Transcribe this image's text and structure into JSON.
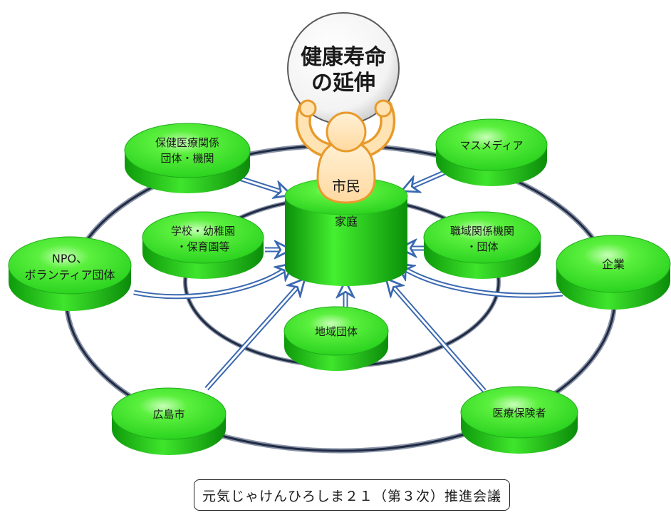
{
  "goal": {
    "line1": "健康寿命",
    "line2": "の延伸"
  },
  "citizen_label": "市民",
  "home_label": "家庭",
  "nodes": {
    "health_orgs": {
      "line1": "保健医療関係",
      "line2": "団体・機関"
    },
    "mass_media": {
      "line1": "マスメディア"
    },
    "schools": {
      "line1": "学校・幼稚園",
      "line2": "・保育園等"
    },
    "workplace": {
      "line1": "職域関係機関",
      "line2": "・団体"
    },
    "npo": {
      "line1": "NPO、",
      "line2": "ボランティア団体"
    },
    "companies": {
      "line1": "企業"
    },
    "community": {
      "line1": "地域団体"
    },
    "hiroshima_city": {
      "line1": "広島市"
    },
    "insurers": {
      "line1": "医療保険者"
    }
  },
  "footer": {
    "label": "元気じゃけんひろしま２１（第３次）推進会議"
  },
  "colors": {
    "node_top": "#3ff030",
    "node_side": "#16b812",
    "ring": "#23304a",
    "figure": "#f5a623",
    "arrow": "#3a68b0"
  }
}
